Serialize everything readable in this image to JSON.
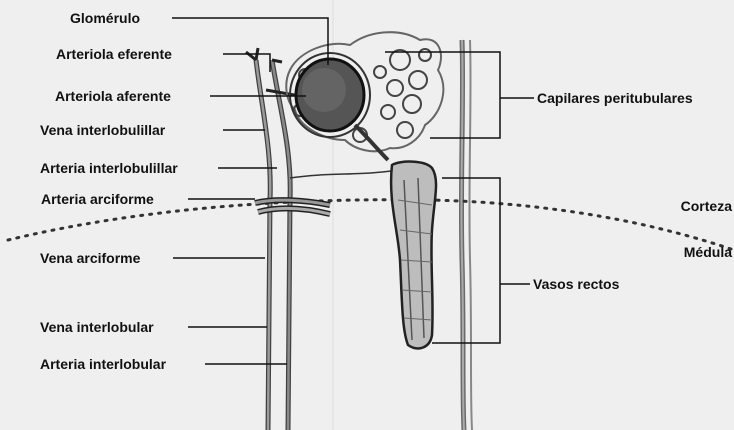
{
  "labels": {
    "glomerulo": "Glomérulo",
    "arteriola_eferente": "Arteriola eferente",
    "arteriola_aferente": "Arteriola aferente",
    "vena_interlobulillar": "Vena interlobulillar",
    "arteria_interlobulillar": "Arteria interlobulillar",
    "arteria_arciforme": "Arteria arciforme",
    "vena_arciforme": "Vena arciforme",
    "vena_interlobular": "Vena interlobular",
    "arteria_interlobular": "Arteria interlobular",
    "capilares_peritubulares": "Capilares peritubulares",
    "vasos_rectos": "Vasos rectos",
    "corteza": "Corteza",
    "medula": "Médula"
  }
}
